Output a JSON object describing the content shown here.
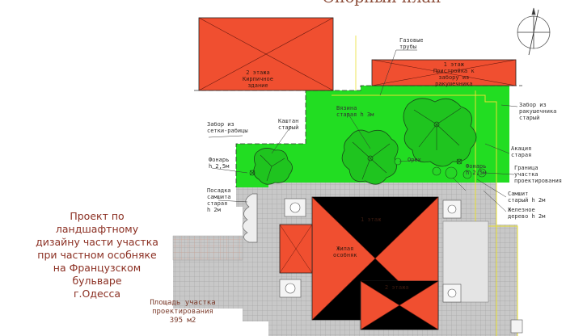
{
  "title": "Опорный план",
  "project": {
    "lines": [
      "Проект по",
      "ландшафтному",
      "дизайну части участка",
      "при частном особняке",
      "на Французском",
      "бульваре",
      "г.Одесса"
    ]
  },
  "area": {
    "lines": [
      "Площадь участка",
      "проектирования",
      "395 м2"
    ]
  },
  "buildings": {
    "brick": [
      "2 этажа",
      "Кирпичное",
      "здание"
    ],
    "annex": [
      "1 этаж",
      "Пристройка к",
      "забору из",
      "ракушечника"
    ],
    "main_floor": "1 этаж",
    "mansion": [
      "Жилая",
      "особняк"
    ],
    "second_floor": "2 этажа"
  },
  "labels": {
    "gas": [
      "Газовые",
      "трубы"
    ],
    "shell_fence": [
      "Забор из",
      "ракушечника",
      "старый"
    ],
    "mesh_fence": [
      "Забор из",
      "сетки-рабицы"
    ],
    "chestnut": [
      "Каштан",
      "старый"
    ],
    "elm": [
      "Вязина",
      "старая h 3м"
    ],
    "acacia": [
      "Акация",
      "старая"
    ],
    "lamp_left": [
      "Фонарь",
      "h 2,5м"
    ],
    "lamp_right": [
      "Фонарь",
      "h 2,5м"
    ],
    "boundary": [
      "Граница",
      "участка",
      "проектирования"
    ],
    "walnut": [
      "Орех"
    ],
    "box": [
      "Посадка",
      "самшита",
      "старая",
      "h 2м"
    ],
    "boxwood": [
      "Самшит",
      "старый h 2м"
    ],
    "iron_tree": [
      "Железное",
      "дерево h 2м"
    ]
  },
  "colors": {
    "lawn": "#22dd22",
    "building": "#f04f30",
    "title": "#8a4a36",
    "project": "#8b2f22",
    "paving": "#c6c6c6",
    "boundary_line": "#e8e030"
  }
}
